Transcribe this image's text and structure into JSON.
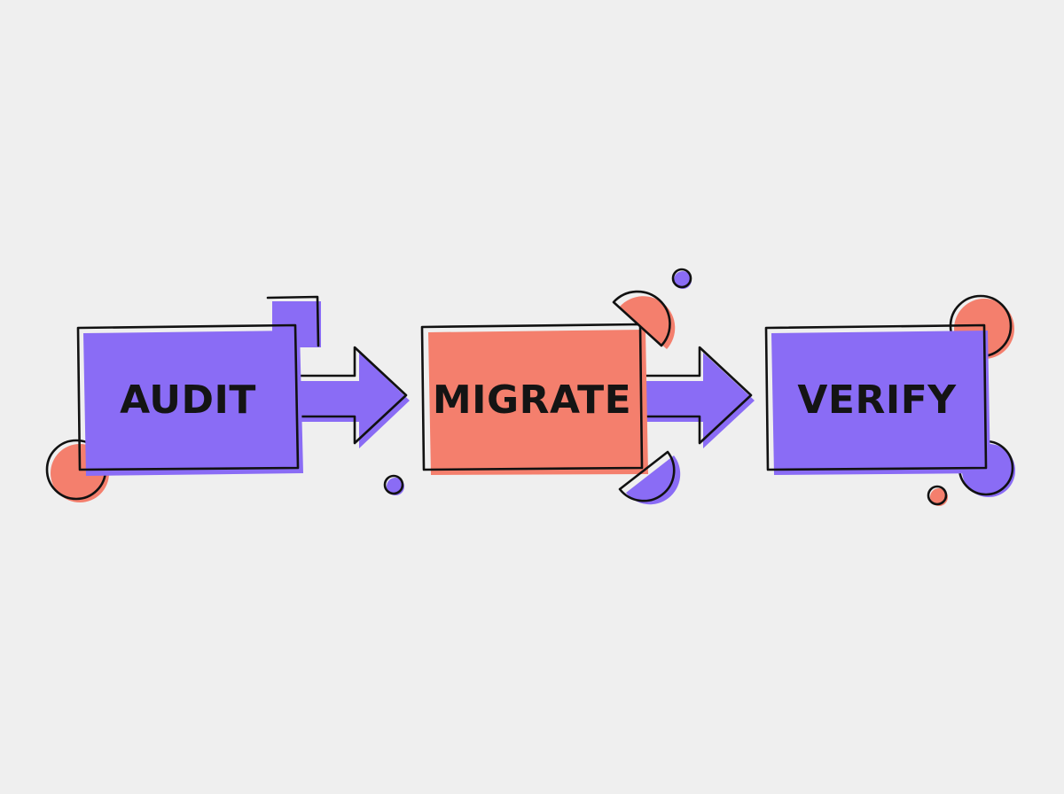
{
  "colors": {
    "background": "#efefef",
    "purple": "#8a6cf5",
    "coral": "#f47f6d",
    "ink": "#111111"
  },
  "steps": [
    {
      "label": "AUDIT",
      "color": "purple"
    },
    {
      "label": "MIGRATE",
      "color": "coral"
    },
    {
      "label": "VERIFY",
      "color": "purple"
    }
  ],
  "connectors": [
    {
      "from": "AUDIT",
      "to": "MIGRATE",
      "icon": "arrow-right-icon",
      "color": "purple"
    },
    {
      "from": "MIGRATE",
      "to": "VERIFY",
      "icon": "arrow-right-icon",
      "color": "purple"
    }
  ]
}
